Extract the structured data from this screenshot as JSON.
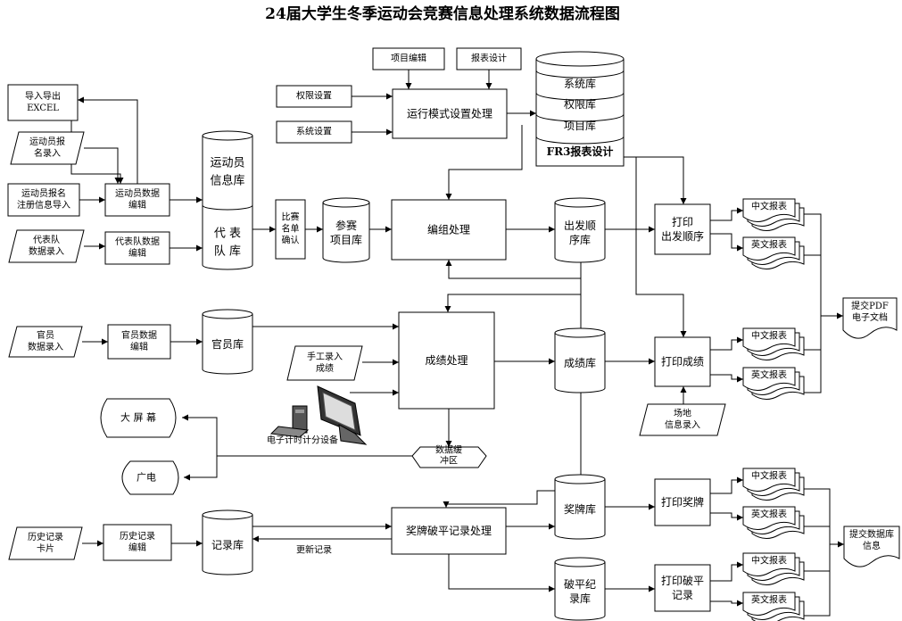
{
  "title": "24届大学生冬季运动会竞赛信息处理系统数据流程图",
  "nodes": {
    "import_export": [
      "导入导出",
      "EXCEL"
    ],
    "athlete_input": [
      "运动员报",
      "名录入"
    ],
    "athlete_import": [
      "运动员报名",
      "注册信息导入"
    ],
    "athlete_edit": [
      "运动员数据",
      "编辑"
    ],
    "team_input": [
      "代表队",
      "数据录入"
    ],
    "team_edit": [
      "代表队数据",
      "编辑"
    ],
    "athlete_team_db": [
      "运动员",
      "信息库",
      "代 表",
      "队 库"
    ],
    "match_confirm": [
      "比赛",
      "名单",
      "确认"
    ],
    "event_db": [
      "参赛",
      "项目库"
    ],
    "item_edit": [
      "项目编辑"
    ],
    "report_design": [
      "报表设计"
    ],
    "perm_setting": [
      "权限设置"
    ],
    "sys_setting": [
      "系统设置"
    ],
    "mode_process": [
      "运行模式设置处理"
    ],
    "system_db": [
      "系统库",
      "权限库",
      "项目库",
      "FR3报表设计"
    ],
    "group_process": [
      "编组处理"
    ],
    "start_order_db": [
      "出发顺",
      "序库"
    ],
    "print_start": [
      "打印",
      "出发顺序"
    ],
    "official_input": [
      "官员",
      "数据录入"
    ],
    "official_edit": [
      "官员数据",
      "编辑"
    ],
    "official_db": [
      "官员库"
    ],
    "manual_input": [
      "手工录入",
      "成绩"
    ],
    "score_process": [
      "成绩处理"
    ],
    "score_db": [
      "成绩库"
    ],
    "print_score": [
      "打印成绩"
    ],
    "venue_input": [
      "场地",
      "信息录入"
    ],
    "big_screen": [
      "大 屏 幕"
    ],
    "broadcast": [
      "广电"
    ],
    "timing_device": [
      "电子计时计分设备"
    ],
    "buffer": [
      "数据缓",
      "冲区"
    ],
    "history_input": [
      "历史记录",
      "卡片"
    ],
    "history_edit": [
      "历史记录",
      "编辑"
    ],
    "record_db": [
      "记录库"
    ],
    "medal_process": [
      "奖牌破平记录处理"
    ],
    "medal_db": [
      "奖牌库"
    ],
    "print_medal": [
      "打印奖牌"
    ],
    "record_break_db": [
      "破平纪",
      "录库"
    ],
    "print_record": [
      "打印破平",
      "记录"
    ],
    "submit_pdf": [
      "提交PDF",
      "电子文档"
    ],
    "submit_db": [
      "提交数据库",
      "信息"
    ]
  },
  "reports": {
    "cn": "中文报表",
    "en": "英文报表"
  },
  "edge_labels": {
    "update_record": "更新记录"
  }
}
